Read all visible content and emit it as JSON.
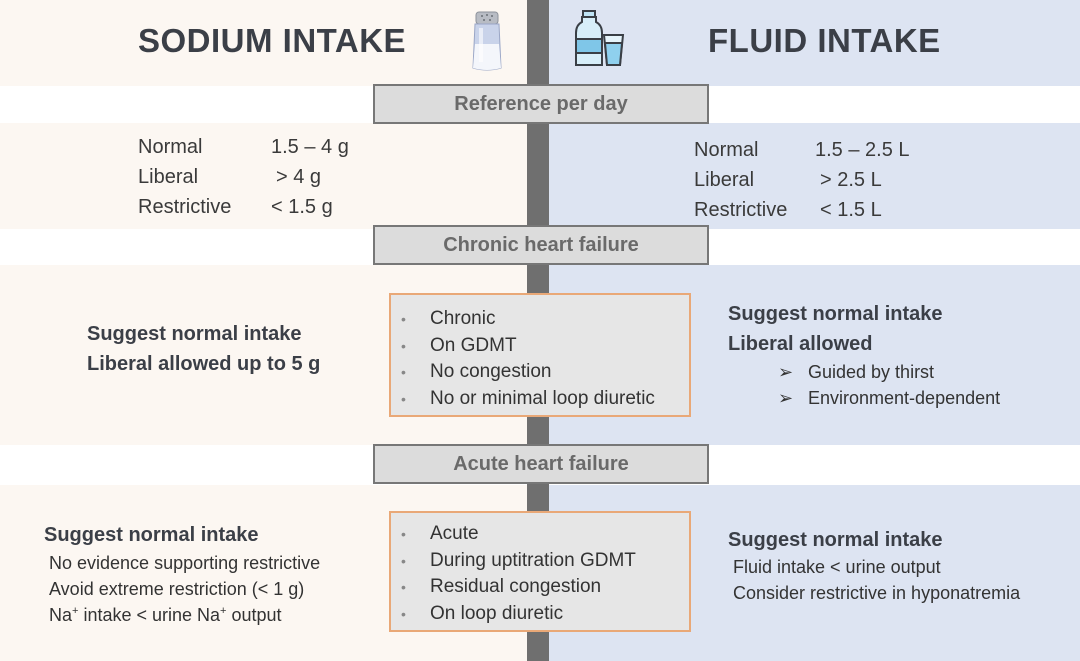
{
  "header": {
    "left_title": "SODIUM INTAKE",
    "right_title": "FLUID INTAKE",
    "left_icon": "salt-shaker-icon",
    "right_icon": "water-bottle-glass-icon"
  },
  "sections": {
    "reference": "Reference per day",
    "chronic": "Chronic heart failure",
    "acute": "Acute heart failure"
  },
  "reference": {
    "sodium": [
      {
        "label": "Normal",
        "value": "1.5 – 4 g"
      },
      {
        "label": "Liberal",
        "value": "> 4 g"
      },
      {
        "label": "Restrictive",
        "value": "< 1.5 g"
      }
    ],
    "fluid": [
      {
        "label": "Normal",
        "value": "1.5 – 2.5 L"
      },
      {
        "label": "Liberal",
        "value": "> 2.5 L"
      },
      {
        "label": "Restrictive",
        "value": "< 1.5 L"
      }
    ]
  },
  "chronic": {
    "sodium": [
      "Suggest normal intake",
      "Liberal allowed up to 5 g"
    ],
    "criteria": [
      "Chronic",
      "On GDMT",
      "No congestion",
      "No or minimal loop diuretic"
    ],
    "fluid_bold": [
      "Suggest normal intake",
      "Liberal allowed"
    ],
    "fluid_sub": [
      "Guided by thirst",
      "Environment-dependent"
    ]
  },
  "acute": {
    "sodium_heading": "Suggest normal intake",
    "sodium_lines": [
      "No evidence supporting restrictive",
      "Avoid extreme restriction (< 1 g)"
    ],
    "sodium_na_line": {
      "a": "Na",
      "sup1": "+",
      "b": " intake < urine Na",
      "sup2": "+",
      "c": " output"
    },
    "criteria": [
      "Acute",
      "During uptitration GDMT",
      "Residual congestion",
      "On loop diuretic"
    ],
    "fluid_heading": "Suggest normal intake",
    "fluid_lines": [
      "Fluid intake < urine output",
      "Consider restrictive in hyponatremia"
    ]
  },
  "colors": {
    "left_bg": "#fcf7f2",
    "right_bg": "#dde4f2",
    "divider": "#6f6f6f",
    "box_border": "#e9a877",
    "bar_fill": "#dcdcdc"
  }
}
